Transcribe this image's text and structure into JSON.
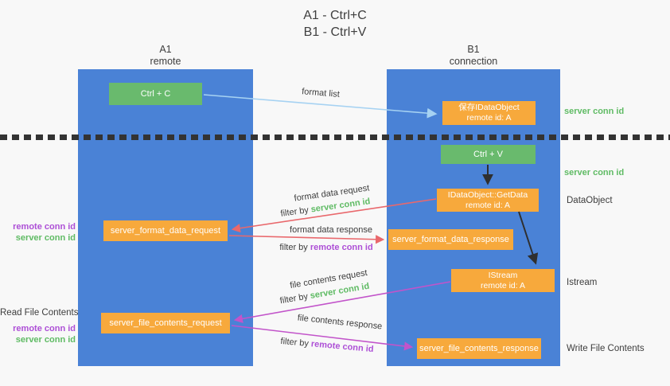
{
  "title": {
    "line1": "A1 - Ctrl+C",
    "line2": "B1 - Ctrl+V"
  },
  "lanes": {
    "left": {
      "name": "A1",
      "role": "remote"
    },
    "right": {
      "name": "B1",
      "role": "connection"
    }
  },
  "nodes": {
    "ctrl_c": {
      "label": "Ctrl + C"
    },
    "save_idataobject": {
      "line1": "保存IDataObject",
      "line2": "remote id: A"
    },
    "ctrl_v": {
      "label": "Ctrl + V"
    },
    "getdata": {
      "line1": "IDataObject::GetData",
      "line2": "remote id: A"
    },
    "format_request": {
      "label": "server_format_data_request"
    },
    "format_response": {
      "label": "server_format_data_response"
    },
    "istream": {
      "line1": "IStream",
      "line2": "remote id: A"
    },
    "file_request": {
      "label": "server_file_contents_request"
    },
    "file_response": {
      "label": "server_file_contents_response"
    }
  },
  "flows": {
    "format_list": {
      "label": "format list"
    },
    "format_request": {
      "label": "format data request",
      "filter_prefix": "filter by ",
      "filter_id": "server conn id"
    },
    "format_response": {
      "label": "format data response",
      "filter_prefix": "filter by ",
      "filter_id": "remote conn id"
    },
    "file_request": {
      "label": "file contents request",
      "filter_prefix": "filter by ",
      "filter_id": "server conn id"
    },
    "file_response": {
      "label": "file contents response",
      "filter_prefix": "filter by ",
      "filter_id": "remote conn id"
    }
  },
  "side_labels": {
    "right_conn_top": "server conn id",
    "right_conn_mid": "server conn id",
    "dataobject": "DataObject",
    "istream": "Istream",
    "write_file": "Write File Contents",
    "read_file": "Read File Contents",
    "left_format": {
      "remote": "remote conn id",
      "server": "server conn id"
    },
    "left_file": {
      "remote": "remote conn id",
      "server": "server conn id"
    }
  },
  "colors": {
    "lane_blue": "#4a82d6",
    "node_orange": "#f7a93c",
    "node_green": "#69ba6d",
    "arrow_black": "#2f2f2f",
    "arrow_lightblue": "#a6d2f2",
    "arrow_salmon": "#e9686c",
    "arrow_magenta": "#c254ca",
    "text_purple": "#ad4fd6",
    "text_green": "#5fbb64",
    "text_dark": "#3d3d3d",
    "background": "#f8f8f8"
  }
}
